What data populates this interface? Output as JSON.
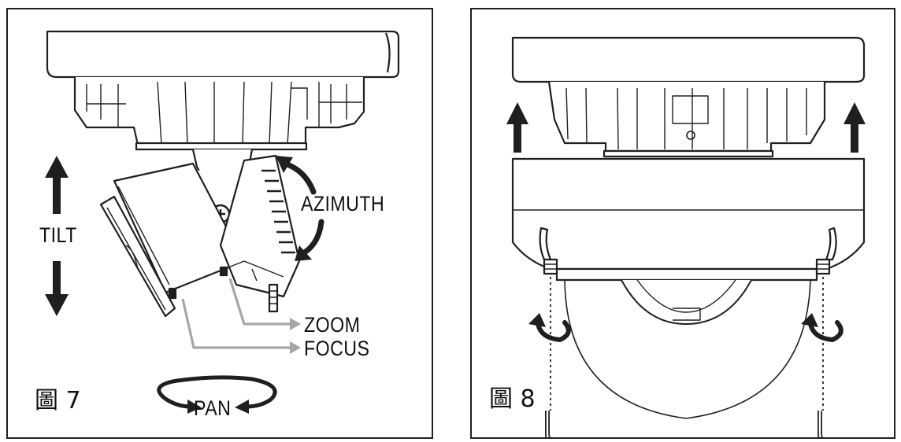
{
  "figure7": {
    "caption": "圖 7",
    "labels": {
      "tilt": "TILT",
      "azimuth": "AZIMUTH",
      "zoom": "ZOOM",
      "focus": "FOCUS",
      "pan": "PAN"
    }
  },
  "figure8": {
    "caption": "圖 8"
  },
  "colors": {
    "line": "#1f1f1f",
    "leader": "#a6a6a6",
    "background": "#ffffff"
  }
}
